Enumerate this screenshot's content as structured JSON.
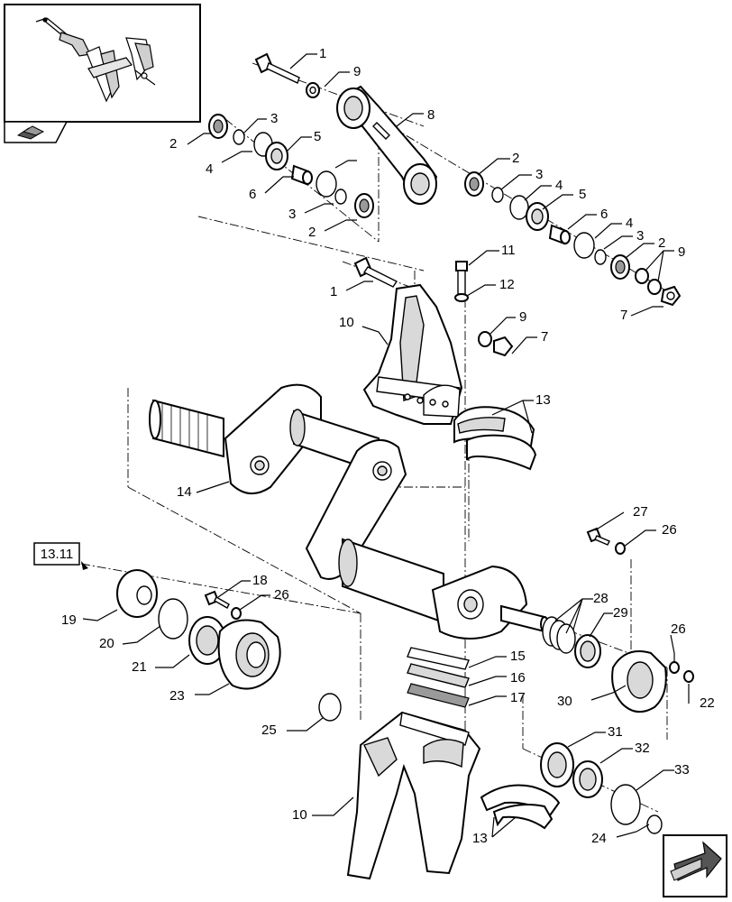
{
  "inset": {
    "ref_icon": "page-reference-icon"
  },
  "reference_box": {
    "label": "13.11"
  },
  "nav_icon": "next-page-arrow-icon",
  "callouts": [
    "1",
    "9",
    "8",
    "3",
    "5",
    "2",
    "4",
    "6",
    "3",
    "2",
    "2",
    "3",
    "4",
    "5",
    "6",
    "4",
    "3",
    "2",
    "9",
    "7",
    "11",
    "12",
    "1",
    "10",
    "9",
    "7",
    "13",
    "14",
    "27",
    "26",
    "18",
    "26",
    "28",
    "29",
    "19",
    "20",
    "21",
    "23",
    "26",
    "22",
    "30",
    "25",
    "15",
    "16",
    "17",
    "31",
    "32",
    "33",
    "10",
    "13",
    "24"
  ]
}
